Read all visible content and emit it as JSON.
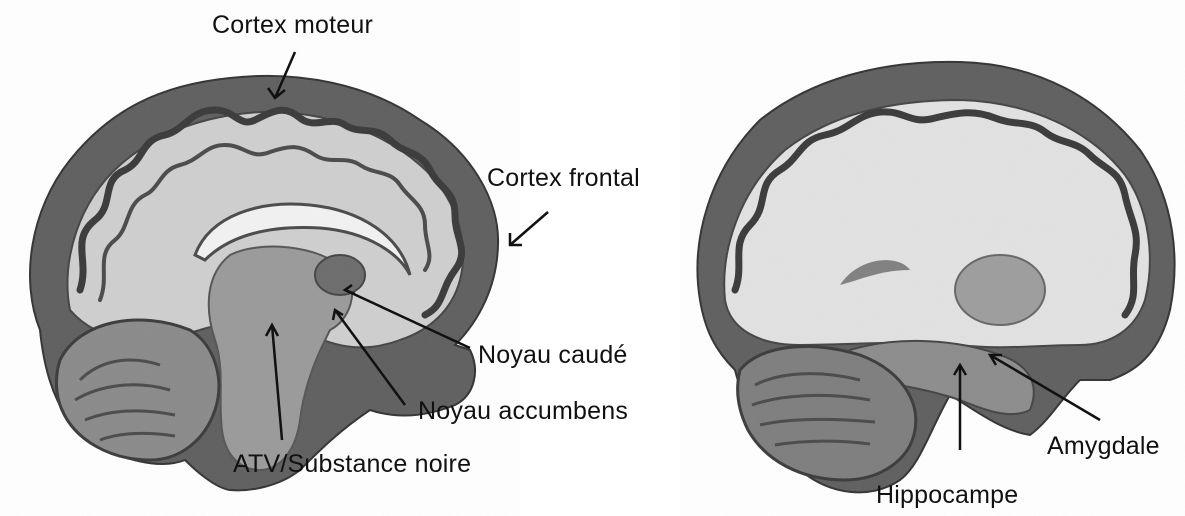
{
  "labels": {
    "motor_cortex": "Cortex moteur",
    "frontal_cortex": "Cortex frontal",
    "caudate": "Noyau caudé",
    "accumbens": "Noyau accumbens",
    "vta_substantia_nigra": "ATV/Substance noire",
    "amygdala": "Amygdale",
    "hippocampus": "Hippocampe"
  }
}
